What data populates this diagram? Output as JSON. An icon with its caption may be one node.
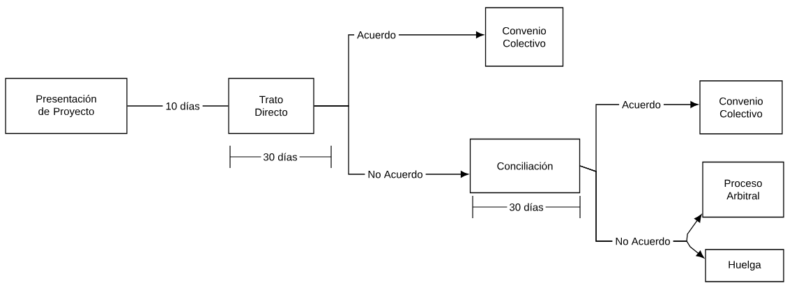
{
  "diagram": {
    "nodes": [
      {
        "text": [
          "Presentación de Proyecto"
        ]
      },
      {
        "text": [
          "Trato Directo"
        ],
        "beside": [
          "30 días"
        ]
      },
      {
        "text": [
          "Convenio Colectivo"
        ]
      },
      {
        "text": [
          "Conciliación"
        ],
        "beside": [
          "30 días"
        ]
      },
      {
        "text": [
          "Convenio Colectivo"
        ]
      },
      {
        "text": [
          "Proceso Arbitral"
        ]
      },
      {
        "text": [
          "Huelga"
        ]
      }
    ],
    "edges": [
      {
        "from": 0,
        "to": 1,
        "arrow": "none",
        "label": "10 días"
      },
      {
        "from": 1,
        "to": 2,
        "arrow": "to",
        "label": "Acuerdo"
      },
      {
        "from": 1,
        "to": 3,
        "arrow": "to",
        "label": "No Acuerdo"
      },
      {
        "from": 3,
        "to": 4,
        "arrow": "to",
        "label": "Acuerdo"
      },
      {
        "from": 3,
        "to": 5,
        "arrow": "to",
        "label": "No Acuerdo"
      },
      {
        "from": 3,
        "to": 6,
        "arrow": "to"
      }
    ]
  }
}
